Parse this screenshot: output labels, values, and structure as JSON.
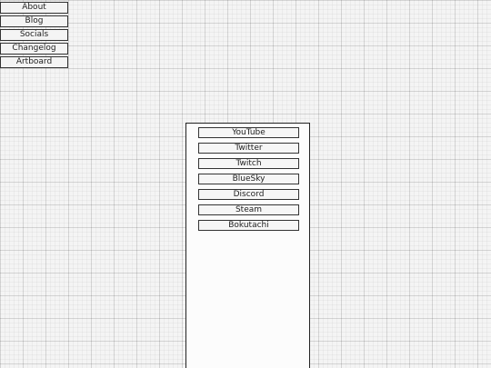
{
  "nav": {
    "items": [
      {
        "label": "About"
      },
      {
        "label": "Blog"
      },
      {
        "label": "Socials"
      },
      {
        "label": "Changelog"
      },
      {
        "label": "Artboard"
      }
    ]
  },
  "socials": {
    "items": [
      {
        "label": "YouTube"
      },
      {
        "label": "Twitter"
      },
      {
        "label": "Twitch"
      },
      {
        "label": "BlueSky"
      },
      {
        "label": "Discord"
      },
      {
        "label": "Steam"
      },
      {
        "label": "Bokutachi"
      }
    ]
  }
}
